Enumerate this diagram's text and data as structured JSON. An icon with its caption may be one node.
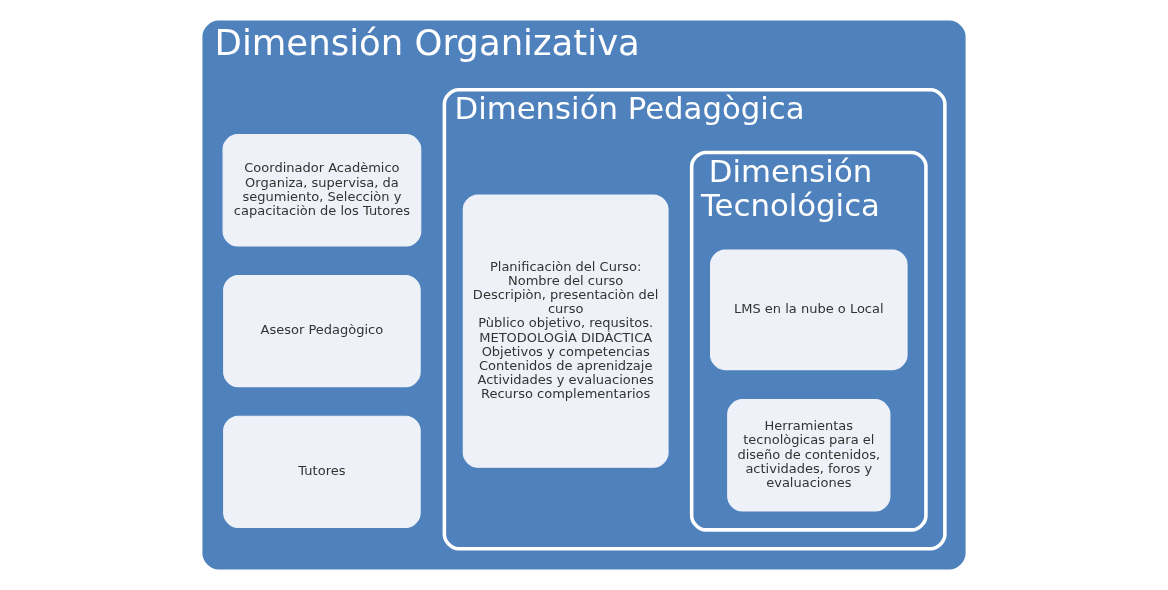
{
  "diagram": {
    "nodes": [
      {
        "text": [
          "Dimensión Organizativa"
        ]
      },
      {
        "text": [
          "Coordinador Acadèmico",
          "Organiza, supervisa, da segumiento, Selecciòn y capacitaciòn de los Tutores"
        ],
        "in": 0
      },
      {
        "text": [
          "Asesor Pedagògico"
        ],
        "in": 0
      },
      {
        "text": [
          "Tutores"
        ],
        "in": 0
      },
      {
        "text": [
          "Dimensión Pedagògica"
        ],
        "in": 0
      },
      {
        "text": [
          "Planificaciòn del Curso:",
          "Nombre del curso",
          "Descripiòn, presentaciòn del curso",
          "Pùblico objetivo, requsitos.",
          "METODOLOGÌA DIDÀCTICA",
          "Objetivos y competencias",
          "Contenidos de aprenidzaje",
          "Actividades y evaluaciones",
          "Recurso complementarios"
        ],
        "in": 4
      },
      {
        "text": [
          "Dimensión Tecnológica"
        ],
        "in": 4
      },
      {
        "text": [
          "LMS en la nube o Local"
        ],
        "in": 6
      },
      {
        "text": [
          "Herramientas tecnològicas para el diseño de contenidos, actividades, foros y evaluaciones"
        ],
        "in": 6
      }
    ],
    "edges": []
  }
}
